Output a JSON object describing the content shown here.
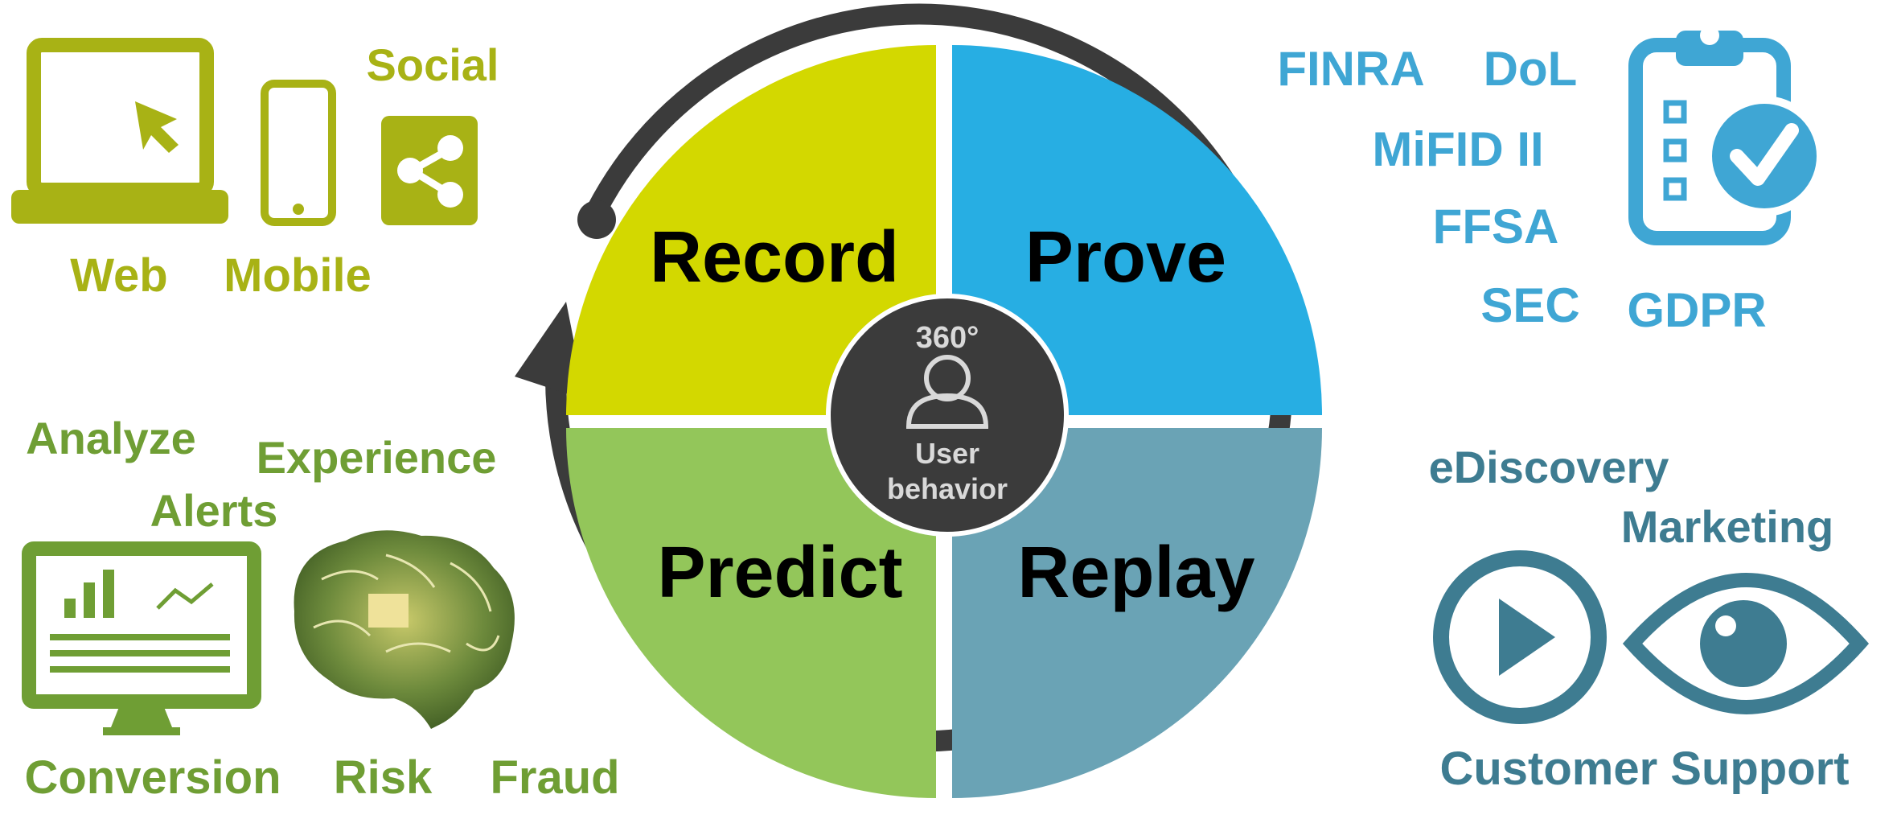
{
  "colors": {
    "record": "#d3d800",
    "prove": "#27aee3",
    "predict": "#93c65a",
    "replay": "#6aa3b5",
    "ring": "#3b3b3b",
    "center": "#3b3b3b",
    "olive": "#a8b215",
    "green": "#6f9e34",
    "sky": "#3fa6d4",
    "teal": "#3e7c91"
  },
  "quadrants": {
    "record": "Record",
    "prove": "Prove",
    "predict": "Predict",
    "replay": "Replay"
  },
  "center": {
    "degrees": "360°",
    "line1": "User",
    "line2": "behavior"
  },
  "channels": {
    "social": "Social",
    "web": "Web",
    "mobile": "Mobile"
  },
  "regulations": {
    "finra": "FINRA",
    "dol": "DoL",
    "mifid": "MiFID II",
    "ffsa": "FFSA",
    "sec": "SEC",
    "gdpr": "GDPR"
  },
  "analytics": {
    "analyze": "Analyze",
    "experience": "Experience",
    "alerts": "Alerts",
    "conversion": "Conversion",
    "risk": "Risk",
    "fraud": "Fraud"
  },
  "uses": {
    "ediscovery": "eDiscovery",
    "marketing": "Marketing",
    "support": "Customer Support"
  },
  "icons": {
    "laptop": "laptop-cursor-icon",
    "phone": "mobile-phone-icon",
    "share": "share-icon",
    "clipboard": "clipboard-check-icon",
    "monitor": "monitor-chart-icon",
    "brain": "brain-circuit-icon",
    "play": "play-circle-icon",
    "eye": "eye-icon",
    "user": "user-icon"
  }
}
